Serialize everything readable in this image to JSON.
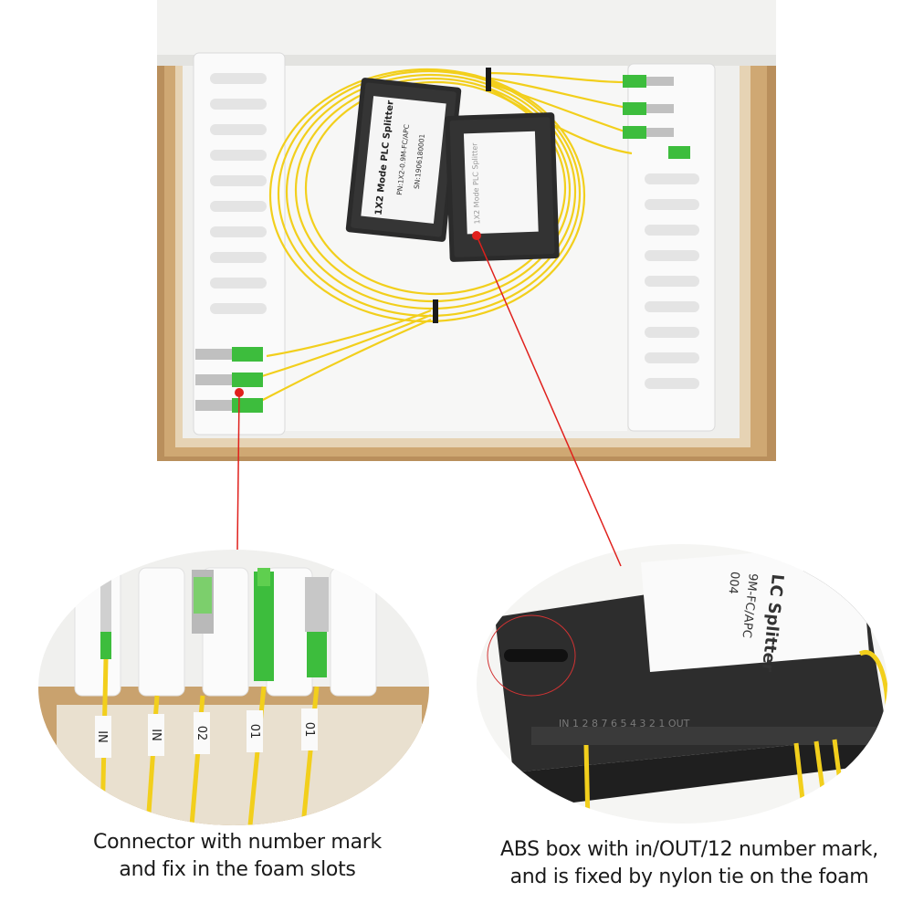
{
  "photo": {
    "splitter_box_1": {
      "title": "1X2 Mode PLC Splitter",
      "part_number": "PN:1X2-0.9M-FC/APC",
      "serial_number": "SN:1906180001"
    },
    "splitter_box_2": {
      "title": "1X2 Mode PLC Splitter"
    }
  },
  "zoom_left": {
    "cable_marks": [
      "IN",
      "IN",
      "02",
      "01",
      "01"
    ]
  },
  "zoom_right": {
    "label_line_1": "LC Splitter",
    "label_line_2": "9M-FC/APC",
    "label_line_3": "004",
    "port_marks": "IN 1 2        8 7 6 5 4 3 2 1 OUT"
  },
  "captions": {
    "left": {
      "line1": "Connector with number mark",
      "line2": "and fix in the foam slots"
    },
    "right": {
      "line1": "ABS box with in/OUT/12 number mark,",
      "line2": "and is fixed by nylon tie on the foam"
    }
  },
  "colors": {
    "fiber": "#f2cf1c",
    "connector_green": "#3dbd3d",
    "foam": "#f4f4f2",
    "cardboard": "#c9a26e",
    "splitter_box": "#2b2b2b",
    "leader_line": "#e0201c"
  }
}
